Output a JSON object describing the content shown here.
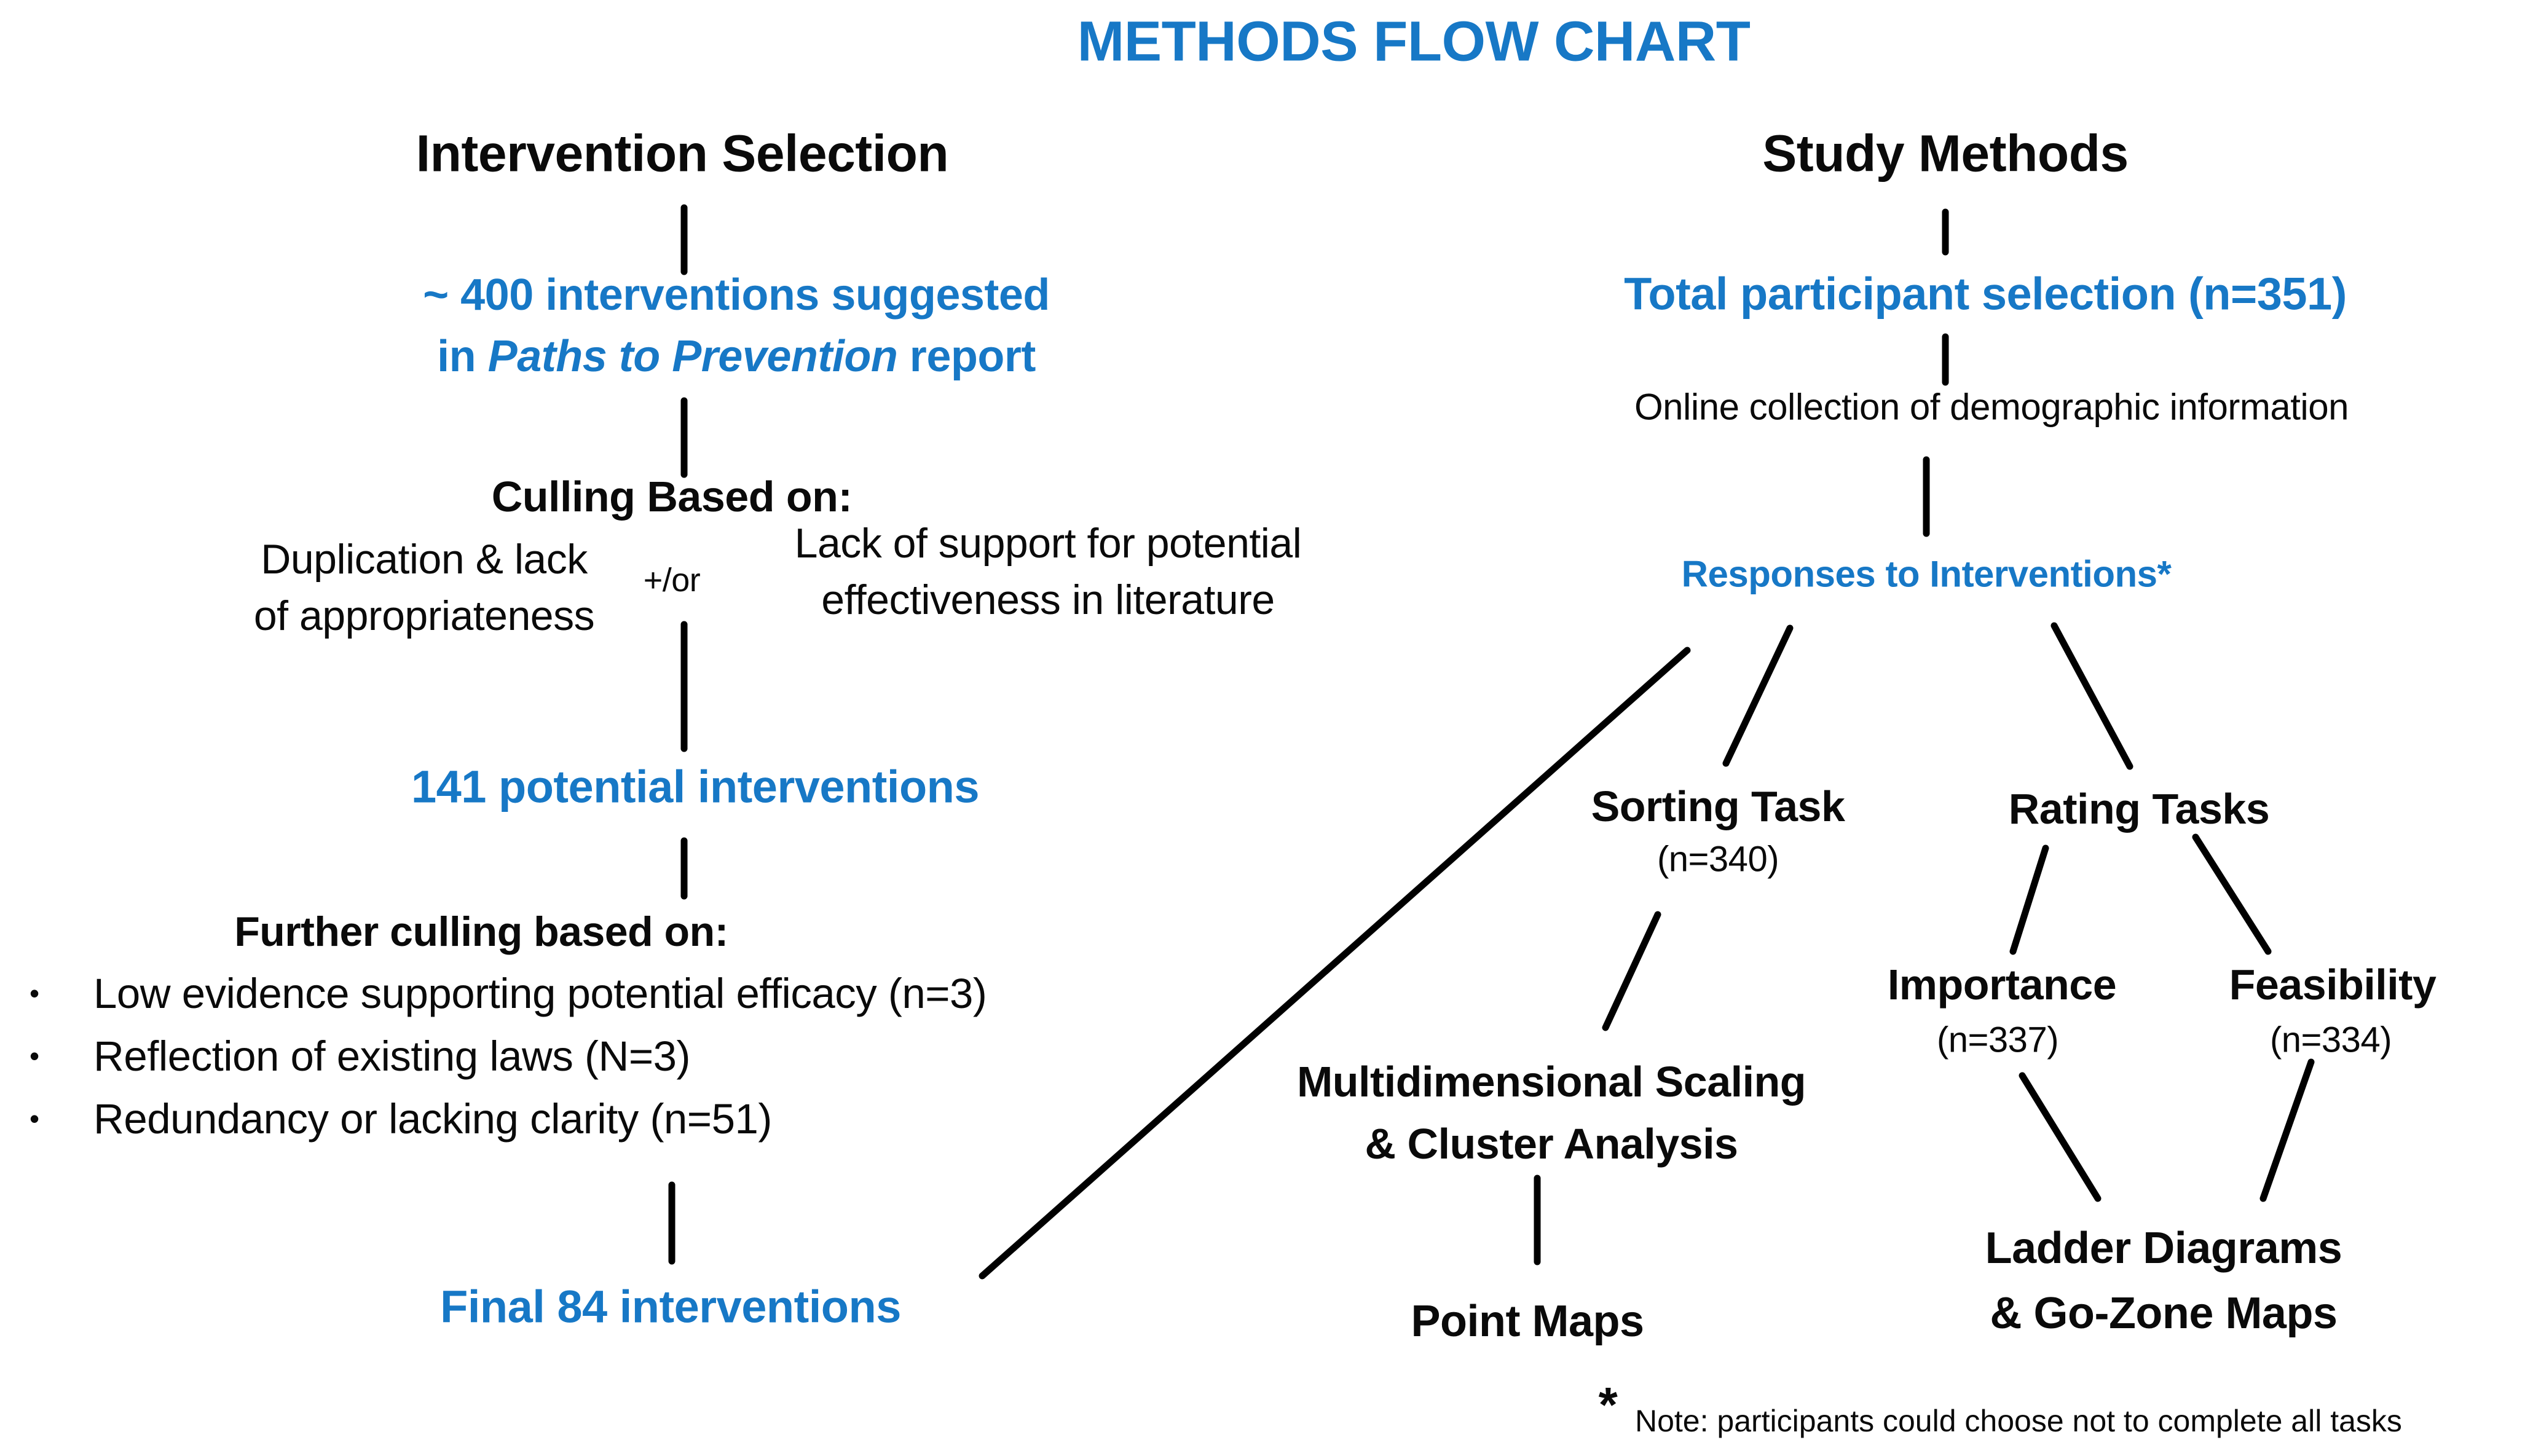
{
  "title": "METHODS FLOW CHART",
  "colors": {
    "accent_blue": "#1778c6",
    "text_black": "#0a0a0a",
    "line_black": "#000000",
    "background": "#ffffff"
  },
  "left_column": {
    "header": "Intervention Selection",
    "suggested_line1": "~ 400 interventions suggested",
    "suggested_line2_prefix": "in ",
    "suggested_line2_italic": "Paths to Prevention",
    "suggested_line2_suffix": " report",
    "culling_header": "Culling Based on:",
    "culling_left_line1": "Duplication & lack",
    "culling_left_line2": "of appropriateness",
    "culling_operator": "+/or",
    "culling_right_line1": "Lack of support for potential",
    "culling_right_line2": "effectiveness in literature",
    "potential": "141 potential interventions",
    "further_header": "Further culling based on:",
    "bullet_icon": "•",
    "bullets": [
      "Low evidence supporting potential efficacy (n=3)",
      "Reflection of existing laws (N=3)",
      "Redundancy or lacking clarity (n=51)"
    ],
    "final": "Final 84 interventions"
  },
  "right_column": {
    "header": "Study Methods",
    "total": "Total participant selection (n=351)",
    "online": "Online collection of demographic information",
    "responses": "Responses to Interventions*",
    "sorting_task": "Sorting Task",
    "sorting_n": "(n=340)",
    "rating_tasks": "Rating Tasks",
    "importance": "Importance",
    "importance_n": "(n=337)",
    "feasibility": "Feasibility",
    "feasibility_n": "(n=334)",
    "mds_line1": "Multidimensional Scaling",
    "mds_line2": "& Cluster Analysis",
    "point_maps": "Point Maps",
    "ladder_line1": "Ladder Diagrams",
    "ladder_line2": "& Go-Zone Maps"
  },
  "footnote": {
    "asterisk": "*",
    "text": "Note: participants could choose not to complete all tasks"
  }
}
